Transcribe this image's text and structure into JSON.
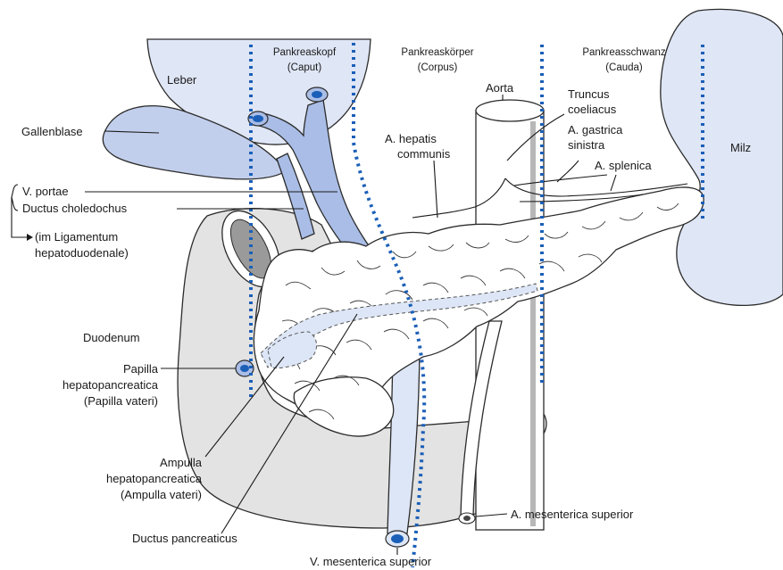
{
  "colors": {
    "organ_blue": "#c7d3ee",
    "vessel_blue": "#a9bde6",
    "duct_light": "#dde6f6",
    "gray_organ": "#e4e4e4",
    "white_organ": "#ffffff",
    "separator_blue": "#1b5fb8",
    "line": "#1a1a1a"
  },
  "regions": {
    "caput_title": "Pankreaskopf",
    "caput_sub": "(Caput)",
    "corpus_title": "Pankreaskörper",
    "corpus_sub": "(Corpus)",
    "cauda_title": "Pankreasschwanz",
    "cauda_sub": "(Cauda)"
  },
  "labels": {
    "leber": "Leber",
    "gallenblase": "Gallenblase",
    "v_portae": "V. portae",
    "ductus_choledochus": "Ductus choledochus",
    "lig_line1": "(im Ligamentum",
    "lig_line2": "hepatoduodenale)",
    "duodenum": "Duodenum",
    "papilla_1": "Papilla",
    "papilla_2": "hepatopancreatica",
    "papilla_3": "(Papilla vateri)",
    "ampulla_1": "Ampulla",
    "ampulla_2": "hepatopancreatica",
    "ampulla_3": "(Ampulla vateri)",
    "ductus_pancreaticus": "Ductus pancreaticus",
    "v_mesenterica_superior": "V. mesenterica superior",
    "a_mesenterica_superior": "A. mesenterica superior",
    "aorta": "Aorta",
    "truncus_1": "Truncus",
    "truncus_2": "coeliacus",
    "a_hepatis_1": "A. hepatis",
    "a_hepatis_2": "communis",
    "a_gastrica_1": "A. gastrica",
    "a_gastrica_2": "sinistra",
    "a_splenica": "A. splenica",
    "milz": "Milz"
  }
}
